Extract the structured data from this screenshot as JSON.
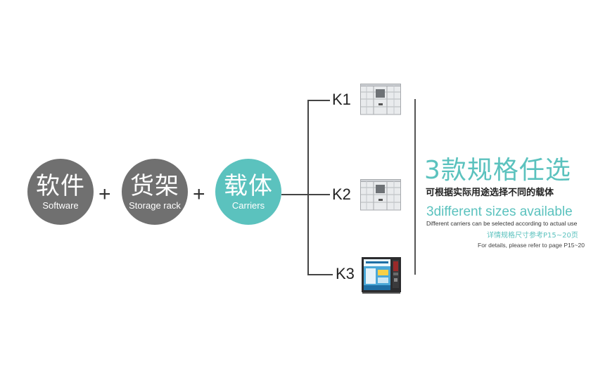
{
  "components": [
    {
      "zh": "软件",
      "en": "Software",
      "color": "#707070"
    },
    {
      "zh": "货架",
      "en": "Storage rack",
      "color": "#707070"
    },
    {
      "zh": "载体",
      "en": "Carriers",
      "color": "#5bc2be"
    }
  ],
  "plus_symbol": "+",
  "options": [
    {
      "label": "K1",
      "icon": "storage-locker-icon"
    },
    {
      "label": "K2",
      "icon": "storage-locker-icon"
    },
    {
      "label": "K3",
      "icon": "vending-machine-icon"
    }
  ],
  "headline_zh": "3款规格任选",
  "subline_zh": "可根据实际用途选择不同的载体",
  "headline_en": "3different sizes available",
  "subline_en": "Different carriers can be selected according to actual use",
  "details_zh": "详情规格尺寸参考P15~20页",
  "details_en": "For details, please refer to page P15~20",
  "colors": {
    "accent": "#5bc2be",
    "gray": "#707070"
  }
}
